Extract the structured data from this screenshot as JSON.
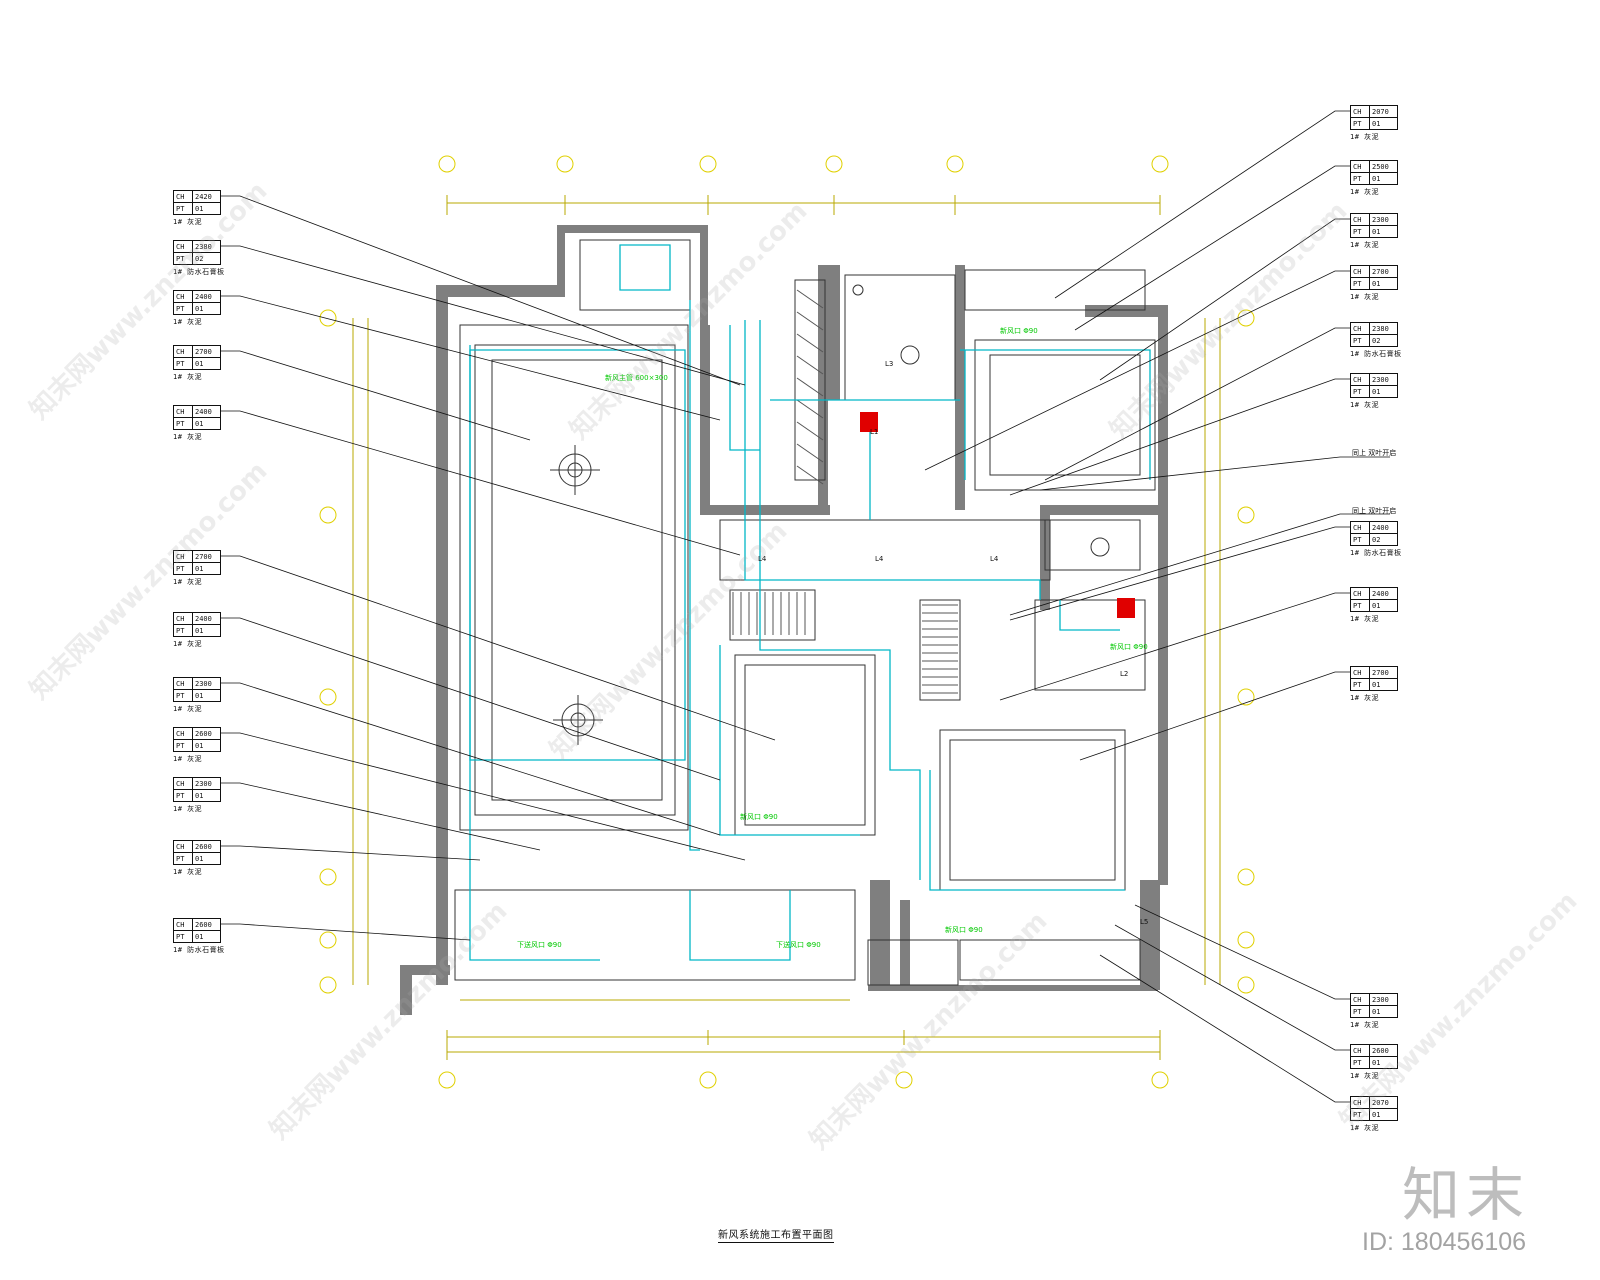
{
  "tags_left": [
    {
      "ch": "2420",
      "pt": "01",
      "note": "1#  灰泥"
    },
    {
      "ch": "2380",
      "pt": "02",
      "note": "1#  防水石膏板"
    },
    {
      "ch": "2400",
      "pt": "01",
      "note": "1#  灰泥"
    },
    {
      "ch": "2700",
      "pt": "01",
      "note": "1#  灰泥"
    },
    {
      "ch": "2400",
      "pt": "01",
      "note": "1#  灰泥"
    },
    {
      "ch": "2700",
      "pt": "01",
      "note": "1#  灰泥"
    },
    {
      "ch": "2400",
      "pt": "01",
      "note": "1#  灰泥"
    },
    {
      "ch": "2300",
      "pt": "01",
      "note": "1#  灰泥"
    },
    {
      "ch": "2600",
      "pt": "01",
      "note": "1#  灰泥"
    },
    {
      "ch": "2300",
      "pt": "01",
      "note": "1#  灰泥"
    },
    {
      "ch": "2600",
      "pt": "01",
      "note": "1#  灰泥"
    },
    {
      "ch": "2600",
      "pt": "01",
      "note": "1#  防水石膏板"
    }
  ],
  "tags_right": [
    {
      "ch": "2070",
      "pt": "01",
      "note": "1#  灰泥"
    },
    {
      "ch": "2500",
      "pt": "01",
      "note": "1#  灰泥"
    },
    {
      "ch": "2300",
      "pt": "01",
      "note": "1#  灰泥"
    },
    {
      "ch": "2700",
      "pt": "01",
      "note": "1#  灰泥"
    },
    {
      "ch": "2380",
      "pt": "02",
      "note": "1#  防水石膏板"
    },
    {
      "ch": "2300",
      "pt": "01",
      "note": "1#  灰泥"
    },
    {
      "ch": "2400",
      "pt": "02",
      "note": "1#  防水石膏板"
    },
    {
      "ch": "2400",
      "pt": "01",
      "note": "1#  灰泥"
    },
    {
      "ch": "2700",
      "pt": "01",
      "note": "1#  灰泥"
    },
    {
      "ch": "2300",
      "pt": "01",
      "note": "1#  灰泥"
    },
    {
      "ch": "2600",
      "pt": "01",
      "note": "1#  灰泥"
    },
    {
      "ch": "2070",
      "pt": "01",
      "note": "1#  灰泥"
    }
  ],
  "callouts_right": [
    "同上  双叶开启",
    "同上  双叶开启"
  ],
  "tag_keys": {
    "ch": "CH",
    "pt": "PT"
  },
  "drawing_title": "新风系统施工布置平面图",
  "logo_text": "知末",
  "image_id": "ID: 180456106",
  "watermark_text": "知末网www.znzmo.com",
  "colors": {
    "wall": "#7f7f7f",
    "duct_cyan": "#00b7c7",
    "label_green": "#00c800",
    "dim_yellow": "#b8a800",
    "grid_bubble": "#e0d000",
    "accent_red": "#e00000"
  },
  "plan_labels": {
    "fresh_air_main": "新风主管 600×300",
    "diffuser": "新风口 Φ90",
    "supply": "下送风口 Φ90",
    "l1": "L1",
    "l2": "L2",
    "l3": "L3",
    "l4": "L4",
    "l5": "L5"
  }
}
